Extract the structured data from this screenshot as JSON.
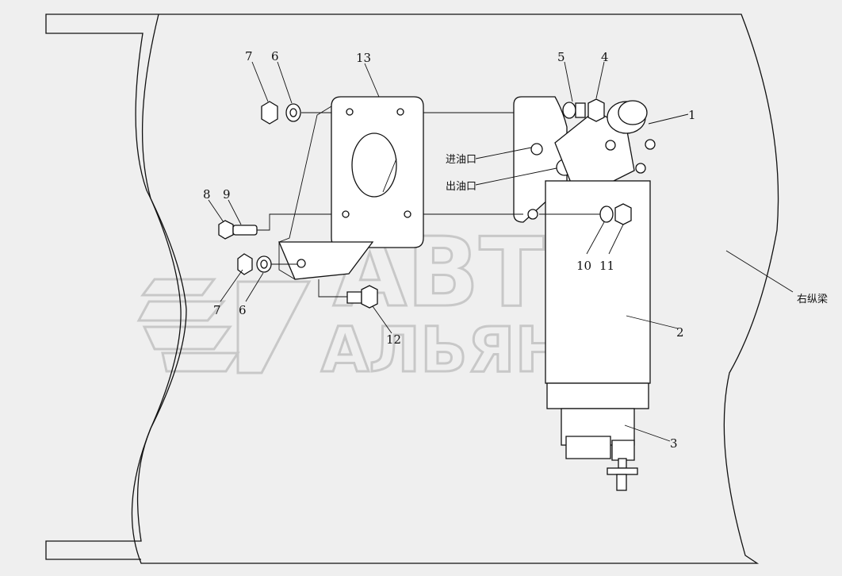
{
  "watermark": {
    "line1": "АВТО",
    "line2": "АЛЬЯНС"
  },
  "callouts": {
    "c1": "1",
    "c2": "2",
    "c3": "3",
    "c4": "4",
    "c5": "5",
    "c6a": "6",
    "c6b": "6",
    "c7a": "7",
    "c7b": "7",
    "c8": "8",
    "c9": "9",
    "c10": "10",
    "c11": "11",
    "c12": "12",
    "c13": "13"
  },
  "labels": {
    "inlet": "进油口",
    "outlet": "出油口",
    "frame_rail": "右纵梁"
  },
  "colors": {
    "background": "#efefef",
    "line": "#111111",
    "watermark": "#c8c8c8"
  }
}
